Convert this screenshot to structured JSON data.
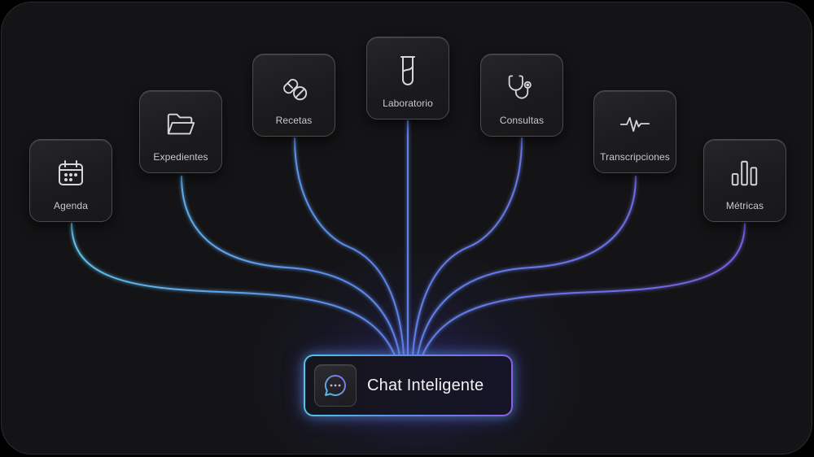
{
  "diagram": {
    "hub": {
      "label": "Chat Inteligente",
      "icon": "chat-bubble-dots-icon"
    },
    "nodes": [
      {
        "label": "Agenda",
        "icon": "calendar-icon"
      },
      {
        "label": "Expedientes",
        "icon": "folder-open-icon"
      },
      {
        "label": "Recetas",
        "icon": "pill-icon"
      },
      {
        "label": "Laboratorio",
        "icon": "test-tube-icon"
      },
      {
        "label": "Consultas",
        "icon": "stethoscope-icon"
      },
      {
        "label": "Transcripciones",
        "icon": "waveform-icon"
      },
      {
        "label": "Métricas",
        "icon": "bar-chart-icon"
      }
    ],
    "colors": {
      "background": "#141416",
      "card_border": "#4a4a50",
      "wire_left": "#5fc4e8",
      "wire_right": "#7a5ce6",
      "text": "#c9c9cf"
    }
  }
}
